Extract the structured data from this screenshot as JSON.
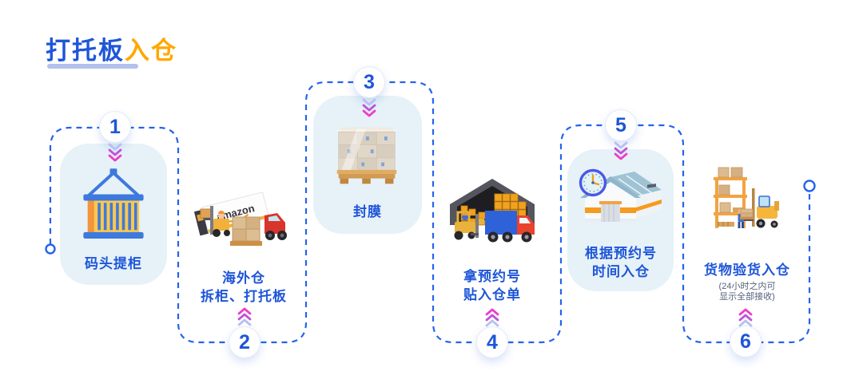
{
  "title": {
    "part1": "打托板",
    "part2": "入仓"
  },
  "steps": [
    {
      "number": "1",
      "label": "码头提柜",
      "icon": "container-crane-icon",
      "card": true,
      "entry": "top"
    },
    {
      "number": "2",
      "label_lines": [
        "海外仓",
        "拆柜、打托板"
      ],
      "icon": "amazon-truck-unloading-icon",
      "card": false,
      "entry": "bottom"
    },
    {
      "number": "3",
      "label": "封膜",
      "icon": "wrapped-pallet-icon",
      "card": true,
      "entry": "top"
    },
    {
      "number": "4",
      "label_lines": [
        "拿预约号",
        "贴入仓单"
      ],
      "icon": "warehouse-truck-icon",
      "card": false,
      "entry": "bottom"
    },
    {
      "number": "5",
      "label_lines": [
        "根据预约号",
        "时间入仓"
      ],
      "icon": "warehouse-clock-icon",
      "card": true,
      "entry": "top"
    },
    {
      "number": "6",
      "label": "货物验货入仓",
      "note_lines": [
        "(24小时之内可",
        "显示全部接收)"
      ],
      "icon": "rack-inspection-forklift-icon",
      "card": false,
      "entry": "bottom"
    }
  ],
  "colors": {
    "title_blue": "#1E56D8",
    "title_orange": "#FFA702",
    "underline": "#B3C1EC",
    "path_blue": "#2563EB",
    "card_bg": "#E6F2F8",
    "label_blue": "#1E56D8",
    "note_gray": "#55627A",
    "chevron_magenta": "#EE3FC6",
    "chevron_purple": "#BE54DC",
    "chevron_lavender": "#B7C0F0"
  }
}
